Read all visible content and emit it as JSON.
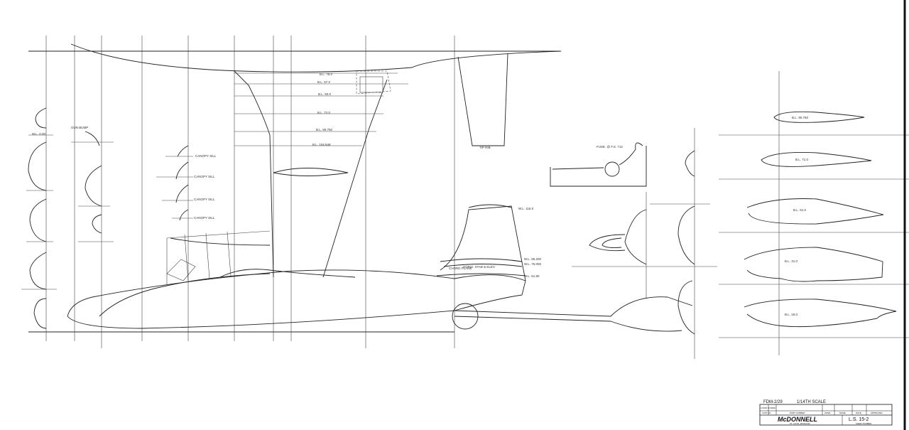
{
  "drawing": {
    "labels": {
      "canopy_sill": "CANOPY SILL",
      "gun_bump": "GUN BUMP",
      "wl_zero": "W.L. 0.00",
      "tip_rib": "TIP RIB",
      "chord_plane": "CHORD PLANE",
      "horiz_stab": "HORIZ. STAB & ELEV.",
      "fuselage_section": "FUSE. @ F.S. 712",
      "wing_section_1": "B.L. 90.750",
      "wing_section_2": "B.L. 71.0",
      "wing_section_3": "B.L. 51.0",
      "wing_section_4": "B.L. 31.0",
      "wing_section_5": "B.L. 18.0",
      "bl_78": "B.L. 78.0",
      "bl_57": "B.L. 57.0",
      "bl_50": "B.L. 50.0",
      "bl_72": "B.L. 72.0",
      "bl_90": "B.L. 90.750",
      "bl_104": "B.L. 104.848",
      "wl_116": "W.L. 116.0",
      "wl_85": "W.L. 85.200",
      "wl_75": "W.L. 75.000",
      "wl_61": "W.L. 61.80"
    },
    "title_block": {
      "hand_note": "FDM-2/29",
      "scale": "1/14TH SCALE",
      "contr_source": "CONTR SOURCE",
      "cont_no": "CONT. NO.",
      "part_number": "PART NUMBER",
      "zone": "ZONE",
      "name": "NAME",
      "date": "DATE",
      "approved": "APPROVED",
      "company": "McDONNELL",
      "location": "ST. LOUIS, MISSOURI",
      "sheet_number_value": "L.S. 15-2",
      "sheet_number_label": "SHEET NUMBER"
    }
  }
}
